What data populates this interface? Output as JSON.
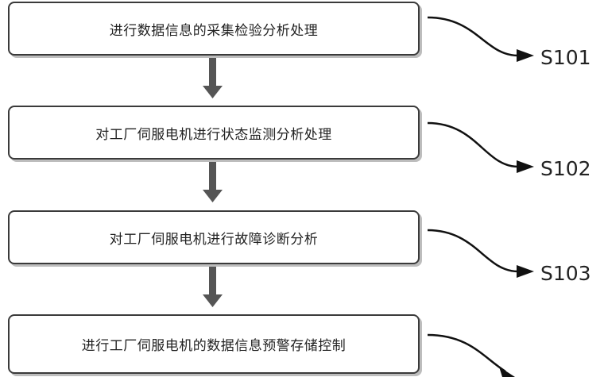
{
  "steps": [
    {
      "text": "进行数据信息的采集检验分析处理",
      "label": "S101"
    },
    {
      "text": "对工厂伺服电机进行状态监测分析处理",
      "label": "S102"
    },
    {
      "text": "对工厂伺服电机进行故障诊断分析",
      "label": "S103"
    },
    {
      "text": "进行工厂伺服电机的数据信息预警存储控制",
      "label": ""
    }
  ],
  "colors": {
    "border": "#3a3a3a",
    "arrow": "#555555",
    "shadow": "#bdbdbd"
  }
}
